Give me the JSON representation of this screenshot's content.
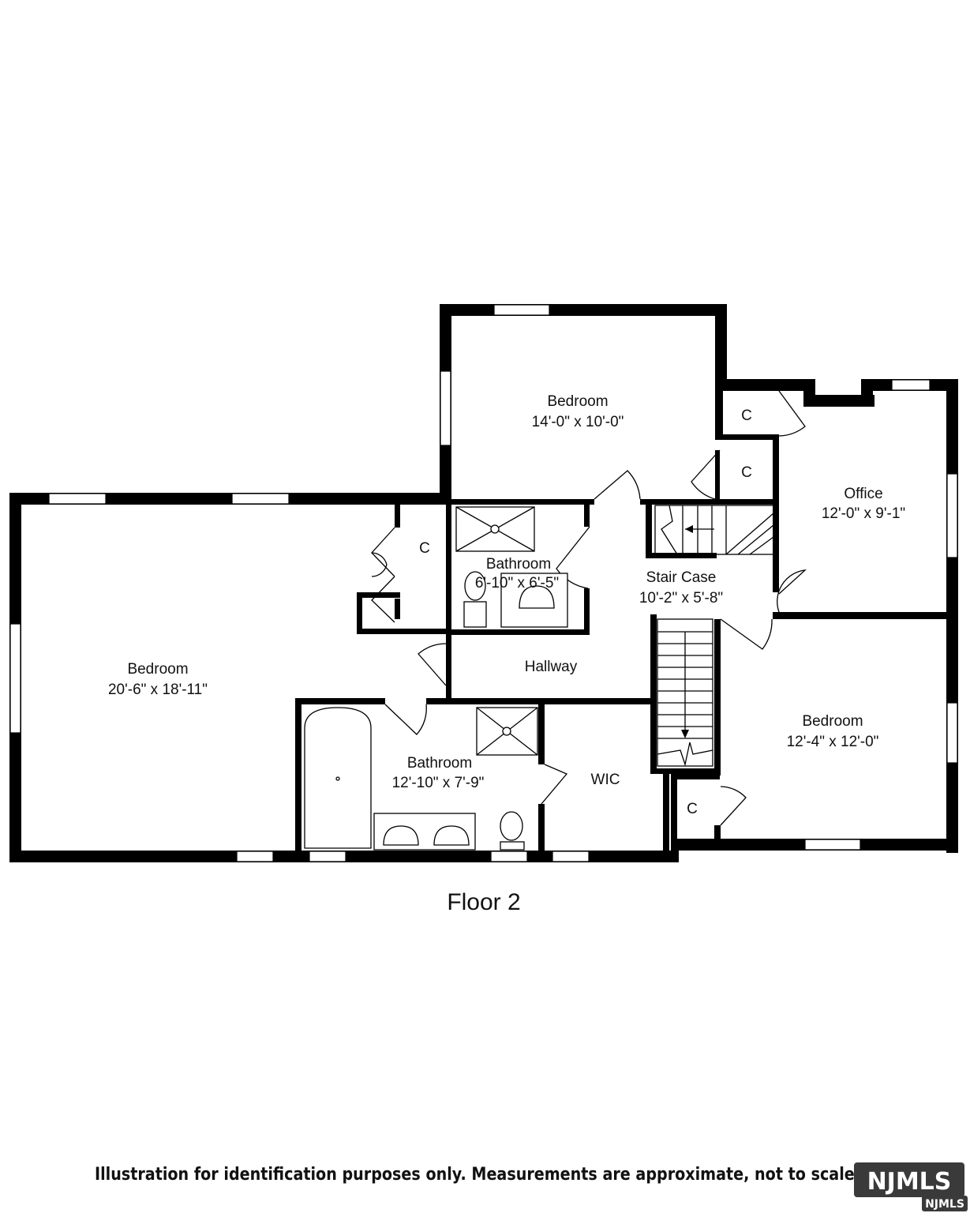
{
  "floor_title": "Floor 2",
  "disclaimer": "Illustration for identification purposes only. Measurements are approximate, not to scale.",
  "logo": {
    "main": "NJMLS",
    "sub": "NJMLS"
  },
  "colors": {
    "wall": "#000000",
    "background": "#ffffff",
    "logo": "#3a3a3a"
  },
  "rooms": {
    "bedroom_top": {
      "name": "Bedroom",
      "dims": "14'-0\" x 10'-0\""
    },
    "office": {
      "name": "Office",
      "dims": "12'-0\" x 9'-1\""
    },
    "bedroom_left": {
      "name": "Bedroom",
      "dims": "20'-6\" x 18'-11\""
    },
    "bathroom_small": {
      "name": "Bathroom",
      "dims": "6'-10\" x 6'-5\""
    },
    "stair_case": {
      "name": "Stair Case",
      "dims": "10'-2\" x 5'-8\""
    },
    "hallway": {
      "name": "Hallway"
    },
    "bathroom_large": {
      "name": "Bathroom",
      "dims": "12'-10\" x 7'-9\""
    },
    "wic": {
      "name": "WIC"
    },
    "bedroom_right": {
      "name": "Bedroom",
      "dims": "12'-4\" x 12'-0\""
    },
    "closets": [
      "C",
      "C",
      "C",
      "C"
    ]
  }
}
